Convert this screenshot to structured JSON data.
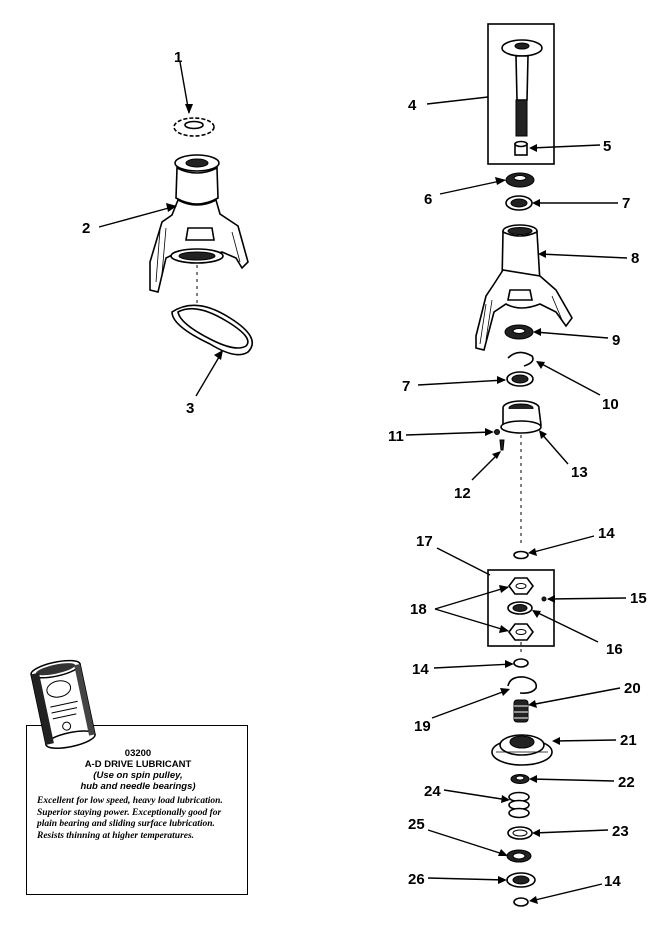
{
  "callouts": {
    "c1": "1",
    "c2": "2",
    "c3": "3",
    "c4": "4",
    "c5": "5",
    "c6": "6",
    "c7a": "7",
    "c7b": "7",
    "c8": "8",
    "c9": "9",
    "c10": "10",
    "c11": "11",
    "c12": "12",
    "c13": "13",
    "c14a": "14",
    "c14b": "14",
    "c14c": "14",
    "c15": "15",
    "c16": "16",
    "c17": "17",
    "c18": "18",
    "c19": "19",
    "c20": "20",
    "c21": "21",
    "c22": "22",
    "c23": "23",
    "c24": "24",
    "c25": "25",
    "c26": "26"
  },
  "lubricant": {
    "code": "03200",
    "title": "A-D DRIVE LUBRICANT",
    "sub1": "(Use on spin pulley,",
    "sub2": "hub and needle bearings)",
    "description": "Excellent for low speed, heavy load lubrication. Superior staying power. Exceptionally good for plain bearing and sliding surface lubrication. Resists thinning at higher temperatures."
  }
}
